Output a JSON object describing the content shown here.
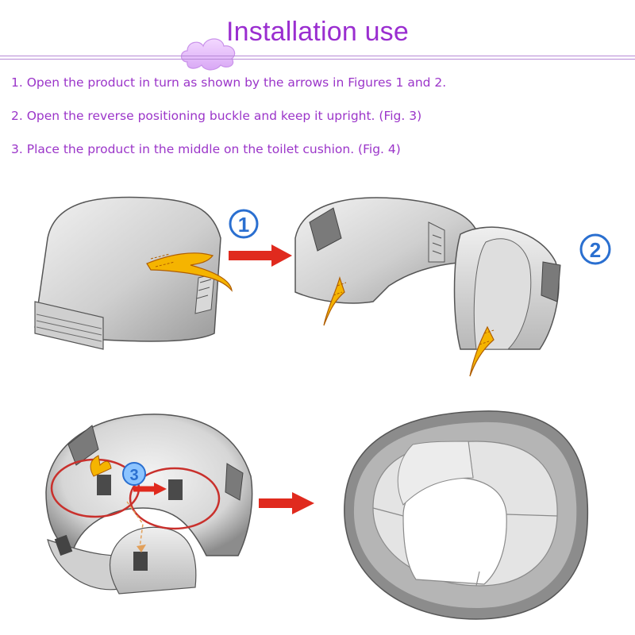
{
  "header": {
    "title": "Installation use"
  },
  "steps": [
    "1. Open the product in turn as shown by the arrows in Figures 1 and 2.",
    "2. Open the reverse positioning buckle and keep it upright. (Fig. 3)",
    "3. Place the product in the middle on the toilet cushion. (Fig. 4)"
  ],
  "figures": {
    "fig1_label": "1",
    "fig2_label": "2",
    "fig3_label": "3"
  },
  "colors": {
    "title": "#9a2ed0",
    "text": "#9b35c9",
    "arrow": "#e02a1e",
    "badge": "#2a6fd0",
    "highlight_arrow": "#f5b400"
  }
}
